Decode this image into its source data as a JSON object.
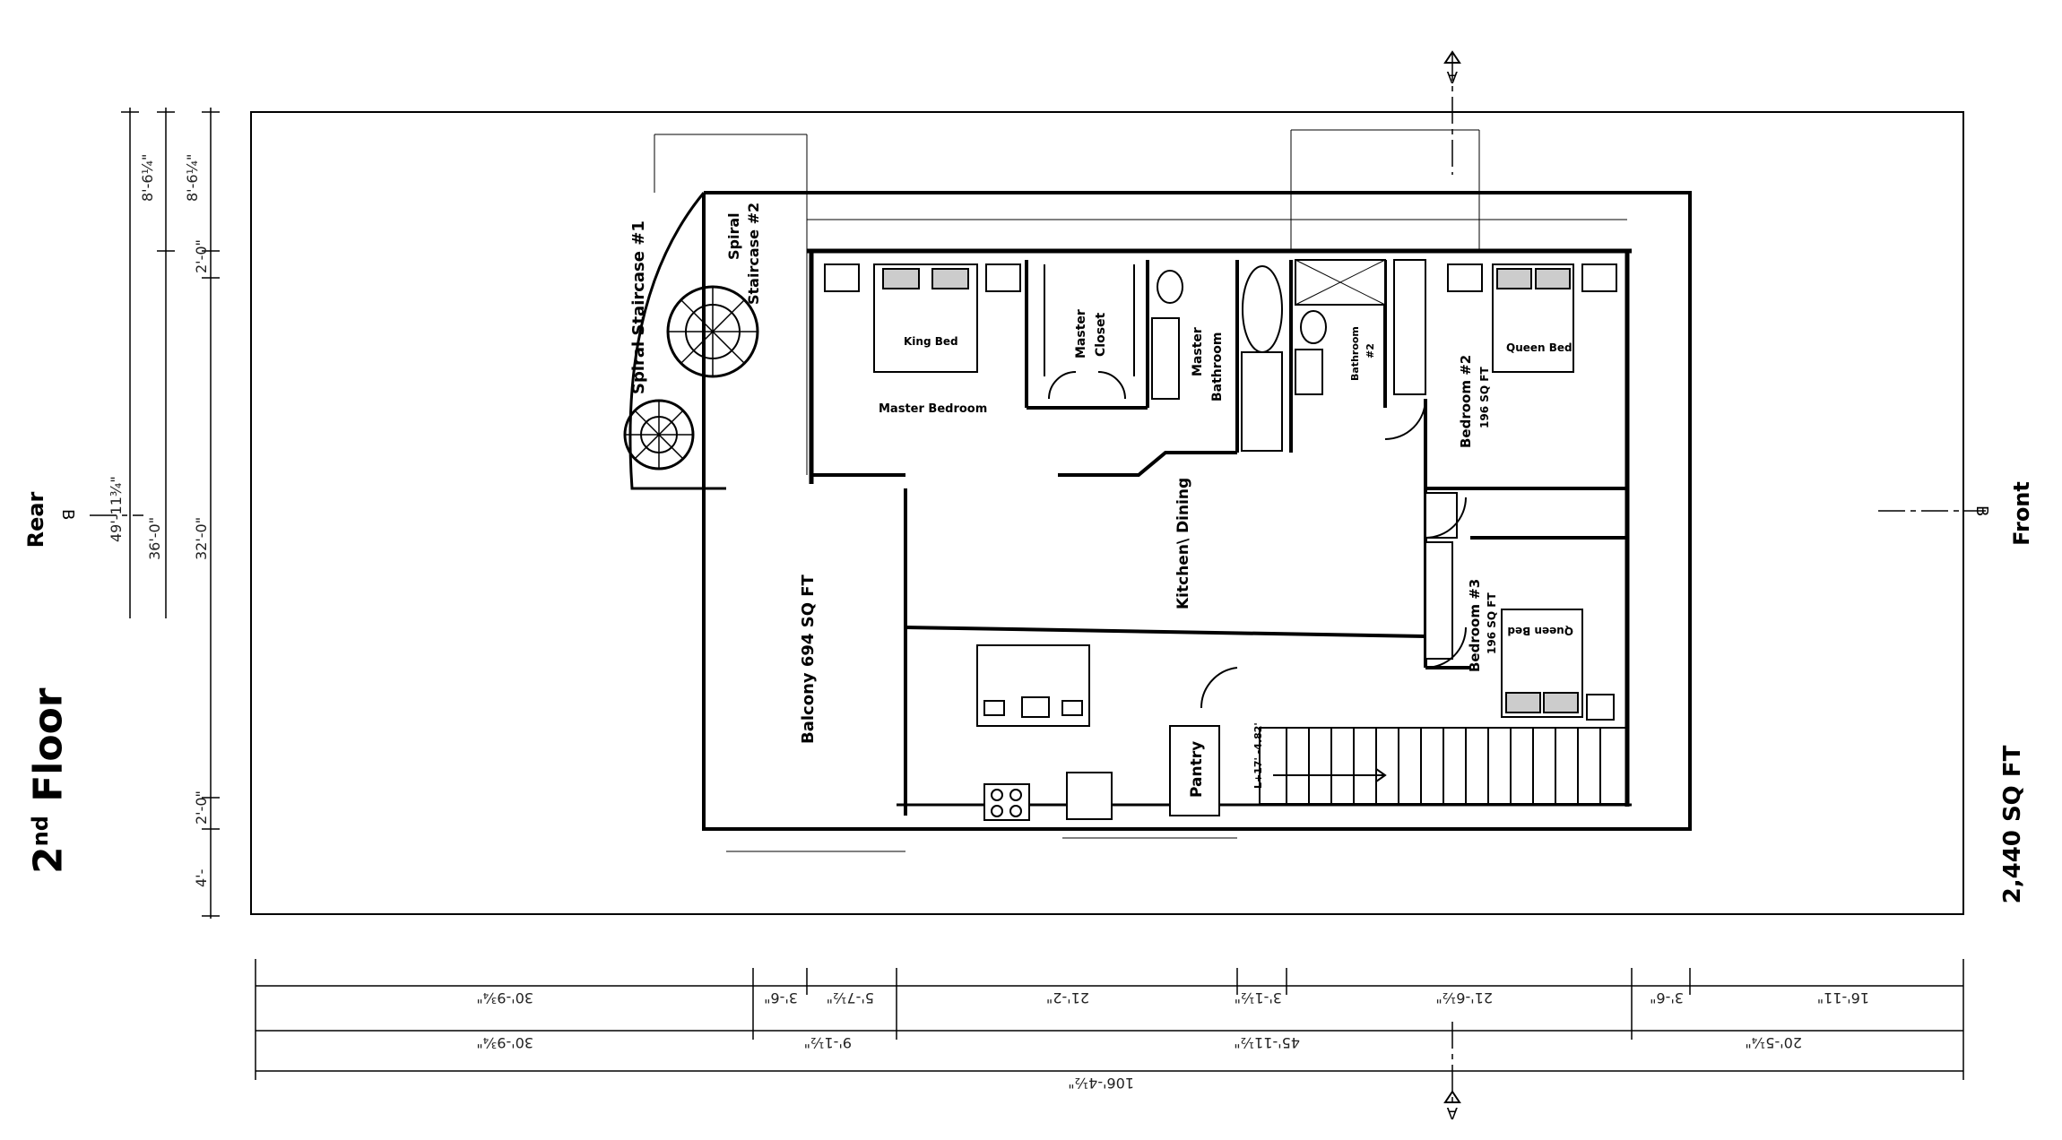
{
  "labels": {
    "floor_main": "2",
    "floor_sup": "nd",
    "floor_rest": " Floor",
    "rear": "Rear",
    "front": "Front",
    "total_area": "2,440 SQ FT"
  },
  "rooms": {
    "spiral_1": "Spiral Staircase #1",
    "spiral_2a": "Spiral",
    "spiral_2b": "Staircase #2",
    "king_bed": "King Bed",
    "master_bedroom": "Master Bedroom",
    "master_closet_a": "Master",
    "master_closet_b": "Closet",
    "master_bath_a": "Master",
    "master_bath_b": "Bathroom",
    "bathroom2_a": "Bathroom",
    "bathroom2_b": "#2",
    "queen_bed_1": "Queen Bed",
    "bedroom2": "Bedroom #2",
    "bedroom2_area": "196 SQ FT",
    "kitchen": "Kitchen\\ Dining",
    "bedroom3": "Bedroom #3",
    "bedroom3_area": "196 SQ FT",
    "queen_bed_2": "Queen Bed",
    "balcony": "Balcony  694 SQ FT",
    "pantry": "Pantry",
    "stair_note": "L+17' -4.82'"
  },
  "markers": {
    "section_a": "A",
    "section_b": "B"
  },
  "dims_left": {
    "d1": "8'-6¼\"",
    "d2": "8'-6¼\"",
    "d3": "2'-0\"",
    "d4": "49'-11¾\"",
    "d5": "36'-0\"",
    "d6": "32'-0\"",
    "d7": "2'-0\"",
    "d8": "4'-"
  },
  "dims_bottom": {
    "r1": [
      "30'-9¾\"",
      "3'-6\"",
      "5'-7½\"",
      "21'-2\"",
      "3'-1½\"",
      "21'-6½\"",
      "3'-6\"",
      "16'-11\""
    ],
    "r2": [
      "30'-9¾\"",
      "9'-1½\"",
      "45'-11½\"",
      "20'-5¼\""
    ],
    "r3": [
      "106'-4½\""
    ]
  }
}
